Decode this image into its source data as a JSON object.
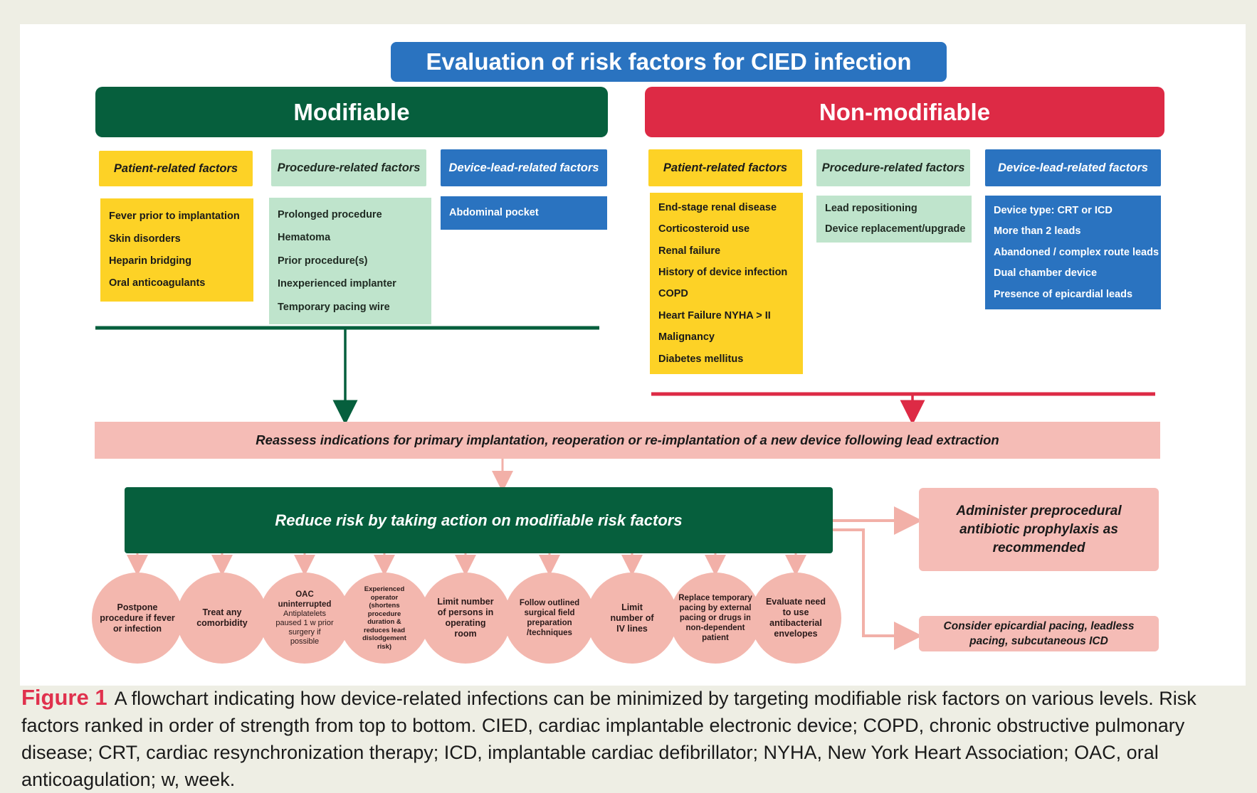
{
  "title": "Evaluation of risk factors for CIED infection",
  "modifiable": {
    "label": "Modifiable",
    "color": "#065f3d",
    "patient": {
      "header": "Patient-related factors",
      "items": [
        "Fever prior to implantation",
        "Skin disorders",
        "Heparin bridging",
        "Oral anticoagulants"
      ]
    },
    "procedure": {
      "header": "Procedure-related factors",
      "items": [
        "Prolonged procedure",
        "Hematoma",
        "Prior procedure(s)",
        "Inexperienced implanter",
        "Temporary pacing wire"
      ]
    },
    "device": {
      "header": "Device-lead-related factors",
      "items": [
        "Abdominal pocket"
      ]
    }
  },
  "nonmodifiable": {
    "label": "Non-modifiable",
    "color": "#dd2a45",
    "patient": {
      "header": "Patient-related factors",
      "items": [
        "End-stage renal disease",
        "Corticosteroid use",
        "Renal failure",
        "History of device infection",
        "COPD",
        "Heart Failure NYHA > II",
        "Malignancy",
        "Diabetes mellitus"
      ]
    },
    "procedure": {
      "header": "Procedure-related factors",
      "items": [
        "Lead repositioning",
        "Device replacement/upgrade"
      ]
    },
    "device": {
      "header": "Device-lead-related factors",
      "items": [
        "Device type: CRT or ICD",
        "More than 2 leads",
        "Abandoned / complex route leads",
        "Dual chamber device",
        "Presence of epicardial leads"
      ]
    }
  },
  "reassess": "Reassess indications for primary implantation, reoperation or re-implantation of a new device following lead extraction",
  "reduce": "Reduce risk by taking action on modifiable risk factors",
  "prophylaxis": "Administer preprocedural antibiotic prophylaxis as recommended",
  "alternatives": "Consider epicardial pacing, leadless pacing, subcutaneous ICD",
  "actions": [
    {
      "main": "Postpone procedure if fever or infection",
      "sub": ""
    },
    {
      "main": "Treat any comorbidity",
      "sub": ""
    },
    {
      "main": "OAC uninterrupted",
      "sub": "Antiplatelets paused 1 w prior surgery if possible"
    },
    {
      "main": "Experienced operator (shortens procedure duration & reduces lead dislodgement risk)",
      "sub": ""
    },
    {
      "main": "Limit number of persons in operating room",
      "sub": ""
    },
    {
      "main": "Follow outlined surgical field preparation /techniques",
      "sub": ""
    },
    {
      "main": "Limit number of IV lines",
      "sub": ""
    },
    {
      "main": "Replace temporary pacing by external pacing or drugs in non-dependent patient",
      "sub": ""
    },
    {
      "main": "Evaluate need to use antibacterial envelopes",
      "sub": ""
    }
  ],
  "caption": {
    "label": "Figure 1",
    "text": "A flowchart indicating how device-related infections can be minimized by targeting modifiable risk factors on various levels. Risk factors ranked in order of strength from top to bottom. CIED, cardiac implantable electronic device; COPD, chronic obstructive pulmonary disease; CRT, cardiac resynchronization therapy; ICD, implantable cardiac defibrillator; NYHA, New York Heart Association; OAC, oral anticoagulation; w, week."
  }
}
